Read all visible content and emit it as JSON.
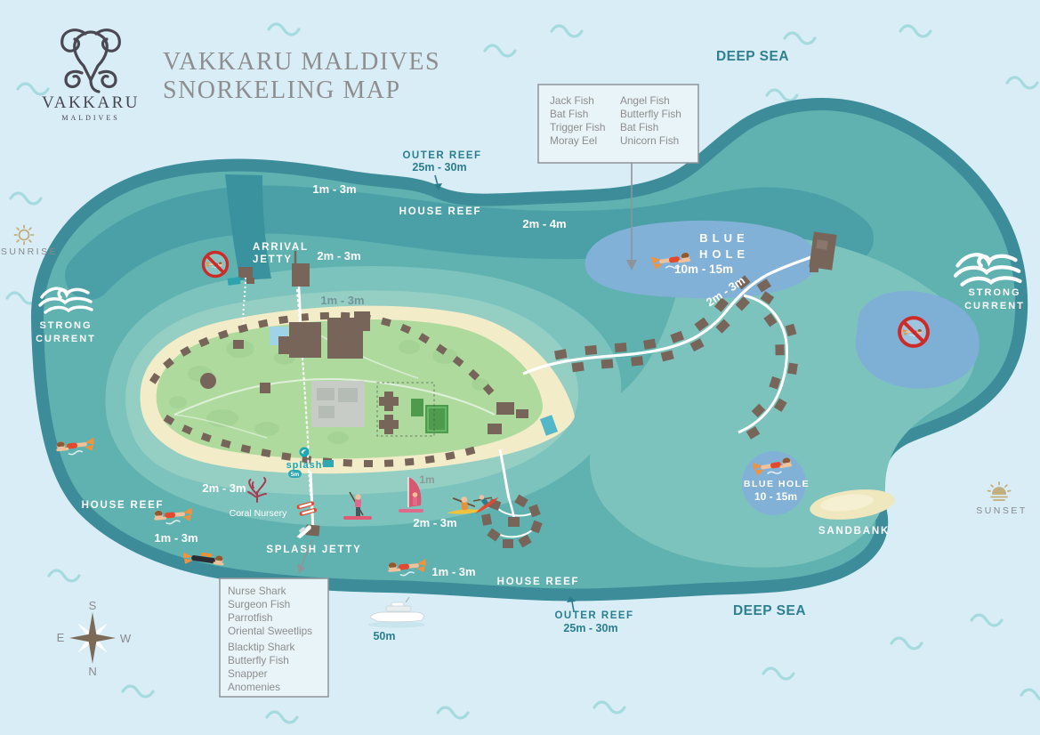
{
  "brand": {
    "logo_text": "VAKKARU",
    "logo_subtext": "MALDIVES"
  },
  "title": {
    "line1": "VAKKARU MALDIVES",
    "line2": "SNORKELING MAP"
  },
  "sea": {
    "deep_sea_top": "DEEP SEA",
    "deep_sea_bottom": "DEEP SEA",
    "sunrise": "SUNRISE",
    "sunset": "SUNSET",
    "sandbank": "SANDBANK"
  },
  "current": {
    "line1": "STRONG",
    "line2": "CURRENT"
  },
  "reefs": {
    "outer_reef": "OUTER REEF",
    "outer_reef_depth": "25m - 30m",
    "house_reef": "HOUSE REEF"
  },
  "jetties": {
    "arrival_line1": "ARRIVAL",
    "arrival_line2": "JETTY",
    "splash": "SPLASH JETTY"
  },
  "blue_hole_main": {
    "line1": "BLUE",
    "line2": "HOLE",
    "depth": "10m - 15m"
  },
  "blue_hole_small": {
    "name": "BLUE HOLE",
    "depth": "10 - 15m"
  },
  "depths": {
    "north_outer": "1m - 3m",
    "north_inner": "2m - 4m",
    "arrival": "2m - 3m",
    "island_north": "1m - 3m",
    "villas": "2m - 3m",
    "west": "2m - 3m",
    "west_low": "1m - 3m",
    "beach": "1m",
    "south": "2m - 3m",
    "south_reef": "1m - 3m"
  },
  "poi": {
    "coral_nursery": "Coral Nursery",
    "splash_logo": "splash",
    "splash_badge": "5m",
    "boat_scale": "50m"
  },
  "fish_box_blue_hole": {
    "col1": [
      "Jack Fish",
      "Bat Fish",
      "Trigger Fish",
      "Moray Eel"
    ],
    "col2": [
      "Angel Fish",
      "Butterfly Fish",
      "Bat Fish",
      "Unicorn Fish"
    ]
  },
  "fish_box_splash": {
    "group1": [
      "Nurse Shark",
      "Surgeon Fish",
      "Parrotfish",
      "Oriental Sweetlips"
    ],
    "group2": [
      "Blacktip Shark",
      "Butterfly Fish",
      "Snapper",
      "Anomenies"
    ]
  },
  "compass": {
    "top": "S",
    "bottom": "N",
    "left": "E",
    "right": "W"
  },
  "colors": {
    "sea": "#D9EDF6",
    "lagoon": "#5FB2B0",
    "reef_ring": "#3C8D99",
    "lagoon_light": "#7CC3BD",
    "sand": "#F2ECC8",
    "island": "#AEDA9E",
    "blue_hole": "#82B1D8",
    "building": "#77655A",
    "label_teal": "#2B7E8E",
    "alert_red": "#CE2B28"
  }
}
